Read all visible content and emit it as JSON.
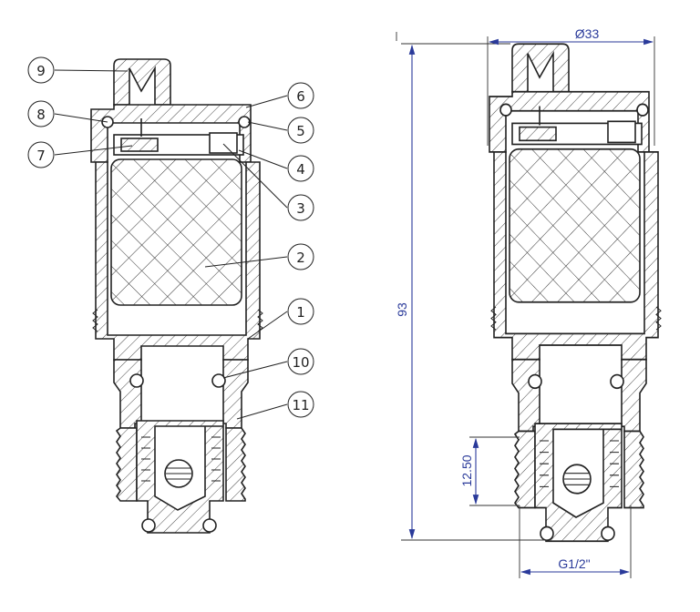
{
  "part_labels": [
    "9",
    "8",
    "7",
    "6",
    "5",
    "4",
    "3",
    "2",
    "1",
    "10",
    "11"
  ],
  "dimensions": {
    "diameter": "Ø33",
    "height": "93",
    "thread_length": "12.50",
    "thread_size": "G1/2\""
  },
  "colors": {
    "line": "#222222",
    "dimension": "#2a3a9a"
  }
}
